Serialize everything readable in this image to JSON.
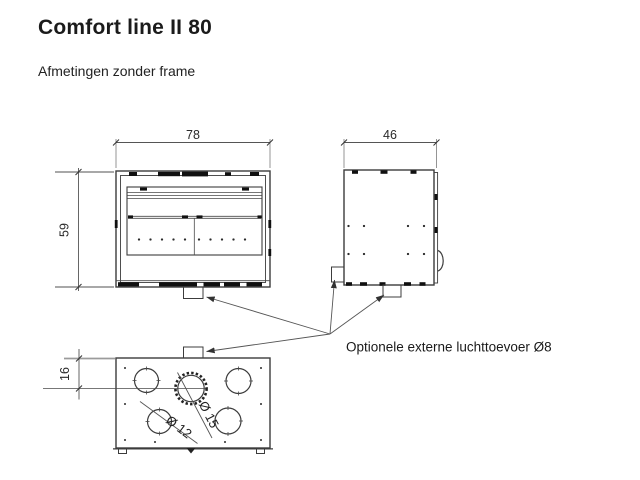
{
  "header": {
    "title": "Comfort line II 80",
    "subtitle": "Afmetingen zonder frame"
  },
  "dimensions": {
    "front_width": "78",
    "front_height": "59",
    "side_depth": "46",
    "top_flue_offset": "16",
    "hole_diameter_small": "Ø 12",
    "hole_diameter_flue": "Ø 15"
  },
  "annotations": {
    "air_supply_note": "Optionele externe luchttoevoer Ø8"
  },
  "colors": {
    "line": "#3c3c3c",
    "dark_mark": "#101010",
    "text": "#1a1a1a",
    "extension_line": "#9b9b9b",
    "background": "#ffffff"
  }
}
